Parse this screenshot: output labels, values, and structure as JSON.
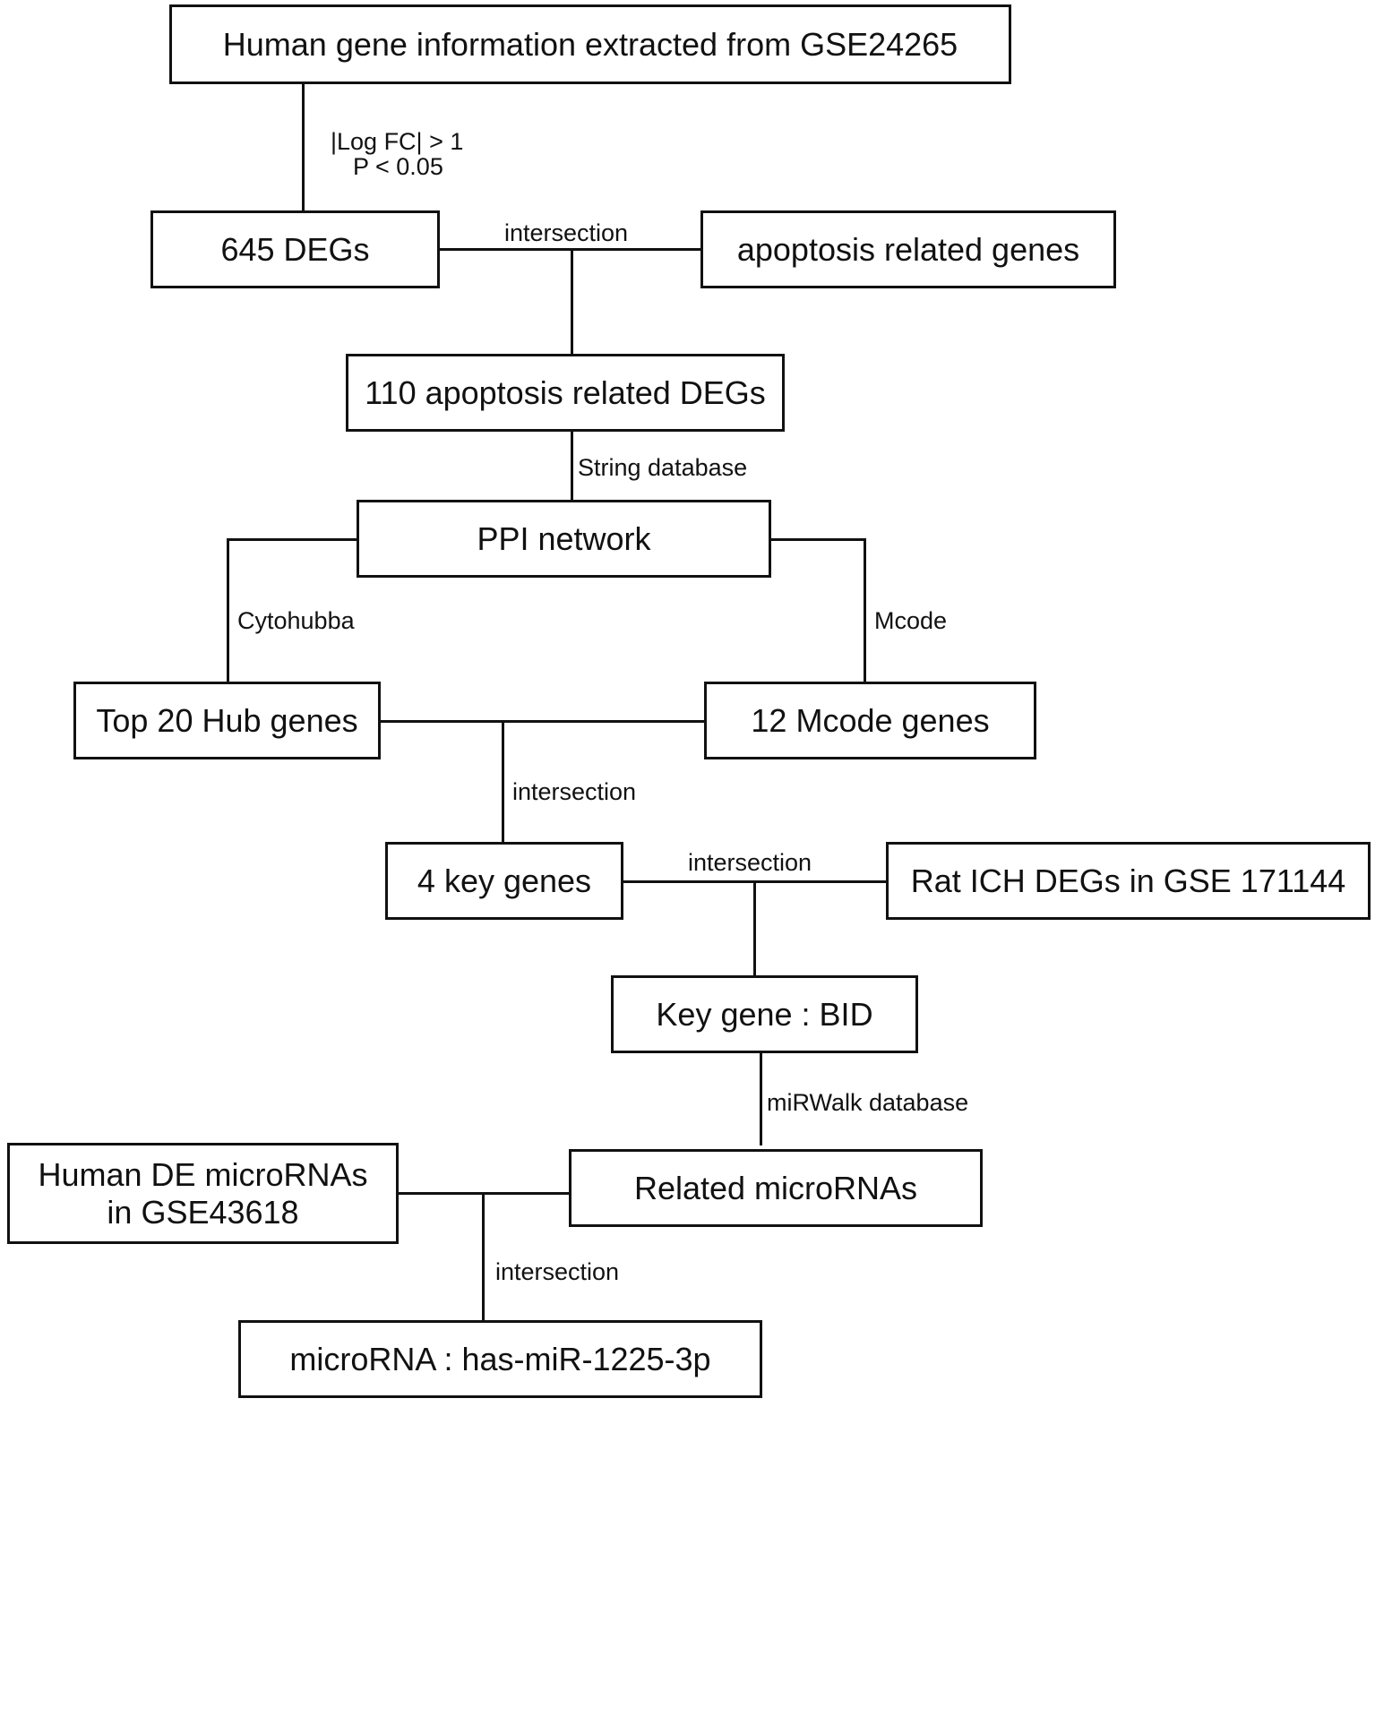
{
  "nodes": {
    "source": "Human gene information extracted from GSE24265",
    "degs": "645 DEGs",
    "apoptosis_genes": "apoptosis related genes",
    "apoptosis_degs": "110 apoptosis related DEGs",
    "ppi": "PPI network",
    "hub": "Top 20 Hub genes",
    "mcode_genes": "12 Mcode genes",
    "key4": "4 key genes",
    "rat": "Rat ICH DEGs in GSE 171144",
    "bid": "Key gene : BID",
    "human_mirna_line1": "Human DE microRNAs",
    "human_mirna_line2": "in GSE43618",
    "related_mirna": "Related microRNAs",
    "final": "microRNA : has-miR-1225-3p"
  },
  "edges": {
    "filter_line1": "|Log FC| > 1",
    "filter_line2": "P < 0.05",
    "intersection1": "intersection",
    "string_db": "String database",
    "cytohubba": "Cytohubba",
    "mcode": "Mcode",
    "intersection2": "intersection",
    "intersection3": "intersection",
    "mirwalk": "miRWalk database",
    "intersection4": "intersection"
  }
}
